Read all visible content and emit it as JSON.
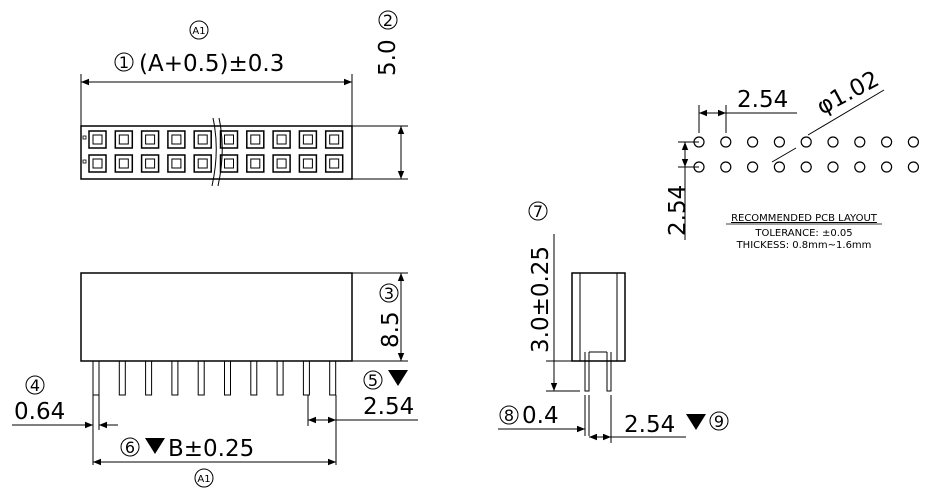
{
  "views": {
    "top": {
      "ref_label": "A1",
      "callout_1": "1",
      "length_dim": "(A+0.5)±0.3",
      "callout_2": "2",
      "height_dim": "5.0"
    },
    "front": {
      "callout_3": "3",
      "height_dim": "8.5",
      "callout_4": "4",
      "pin_width_dim": "0.64",
      "callout_5": "5",
      "pitch_dim": "2.54",
      "callout_6": "6",
      "pin_span_dim": "B±0.25",
      "ref_label": "A1"
    },
    "side": {
      "callout_7": "7",
      "pin_length_dim": "3.0±0.25",
      "callout_8": "8",
      "pin_thickness_dim": "0.4",
      "row_pitch_dim": "2.54",
      "callout_9": "9"
    },
    "pcb": {
      "pitch_dim": "2.54",
      "hole_dim": "φ1.02",
      "row_pitch_dim": "2.54",
      "title": "RECOMMENDED PCB LAYOUT",
      "tolerance": "TOLERANCE: ±0.05",
      "thickness": "THICKESS:  0.8mm~1.6mm"
    }
  },
  "colors": {
    "ink": "#000000",
    "paper": "#ffffff"
  }
}
